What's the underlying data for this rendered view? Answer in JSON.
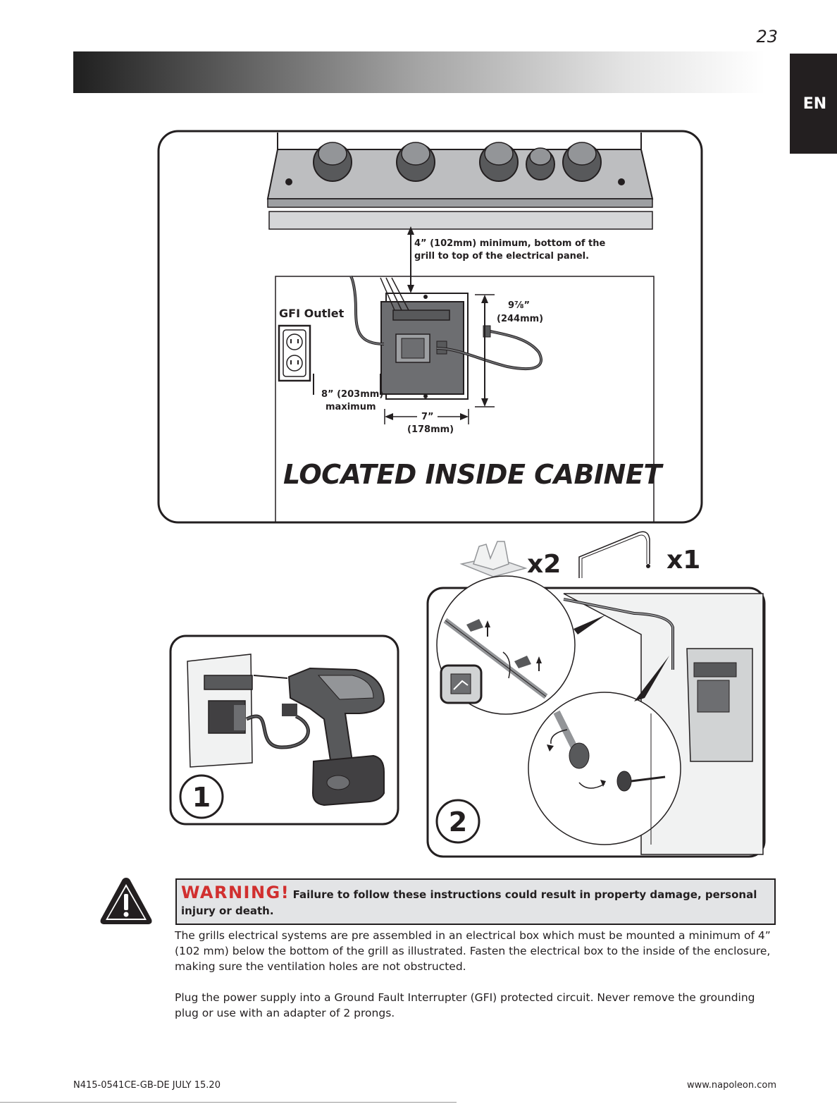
{
  "page_number": "23",
  "language_tab": "EN",
  "diagram": {
    "clearance_note": "4” (102mm) minimum, bottom of the",
    "clearance_note_line2": "grill to top of the electrical panel.",
    "gfi_label": "GFI Outlet",
    "height_dim": "9⅞”",
    "height_dim_mm": "(244mm)",
    "distance_dim": "8” (203mm)",
    "distance_dim_note": "maximum",
    "width_dim": "7”",
    "width_dim_mm": "(178mm)",
    "location_caption": "LOCATED INSIDE CABINET"
  },
  "parts": {
    "clip_qty": "x2",
    "bracket_qty": "x1"
  },
  "steps": {
    "step1": "1",
    "step2": "2"
  },
  "warning": {
    "title": "WARNING!",
    "text": "Failure to follow these instructions could result in property damage, personal injury or death."
  },
  "body": {
    "paragraph1": "The grills electrical systems are pre assembled in an electrical box which must be mounted a minimum of 4” (102 mm) below the bottom of the grill as illustrated.  Fasten the electrical box to the inside of the enclosure, making sure the ventilation holes are not obstructed.",
    "paragraph2": "Plug the power supply into a Ground Fault Interrupter (GFI) protected circuit.  Never remove the grounding plug or use with an adapter of 2 prongs."
  },
  "footer": {
    "doc_code": "N415-0541CE-GB-DE JULY 15.20",
    "website": "www.napoleon.com"
  }
}
